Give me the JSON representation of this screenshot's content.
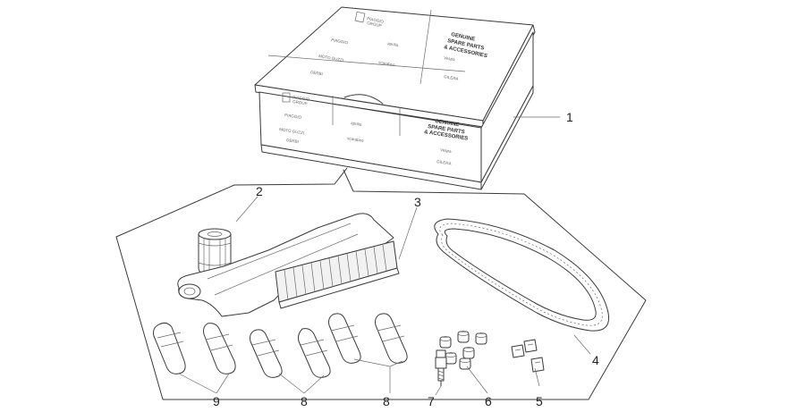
{
  "box": {
    "line1": "GENUINE",
    "line2": "SPARE PARTS",
    "line3": "& ACCESSORIES",
    "group_line1": "PIAGGIO",
    "group_line2": "GROUP",
    "brands": [
      "PIAGGIO",
      "aprilia",
      "Vespa",
      "MOTO GUZZI",
      "scarabeo",
      "GILERA",
      "DERBI"
    ]
  },
  "callouts": {
    "c1": "1",
    "c2": "2",
    "c3": "3",
    "c4": "4",
    "c5": "5",
    "c6": "6",
    "c7": "7",
    "c8a": "8",
    "c8b": "8",
    "c9": "9"
  }
}
